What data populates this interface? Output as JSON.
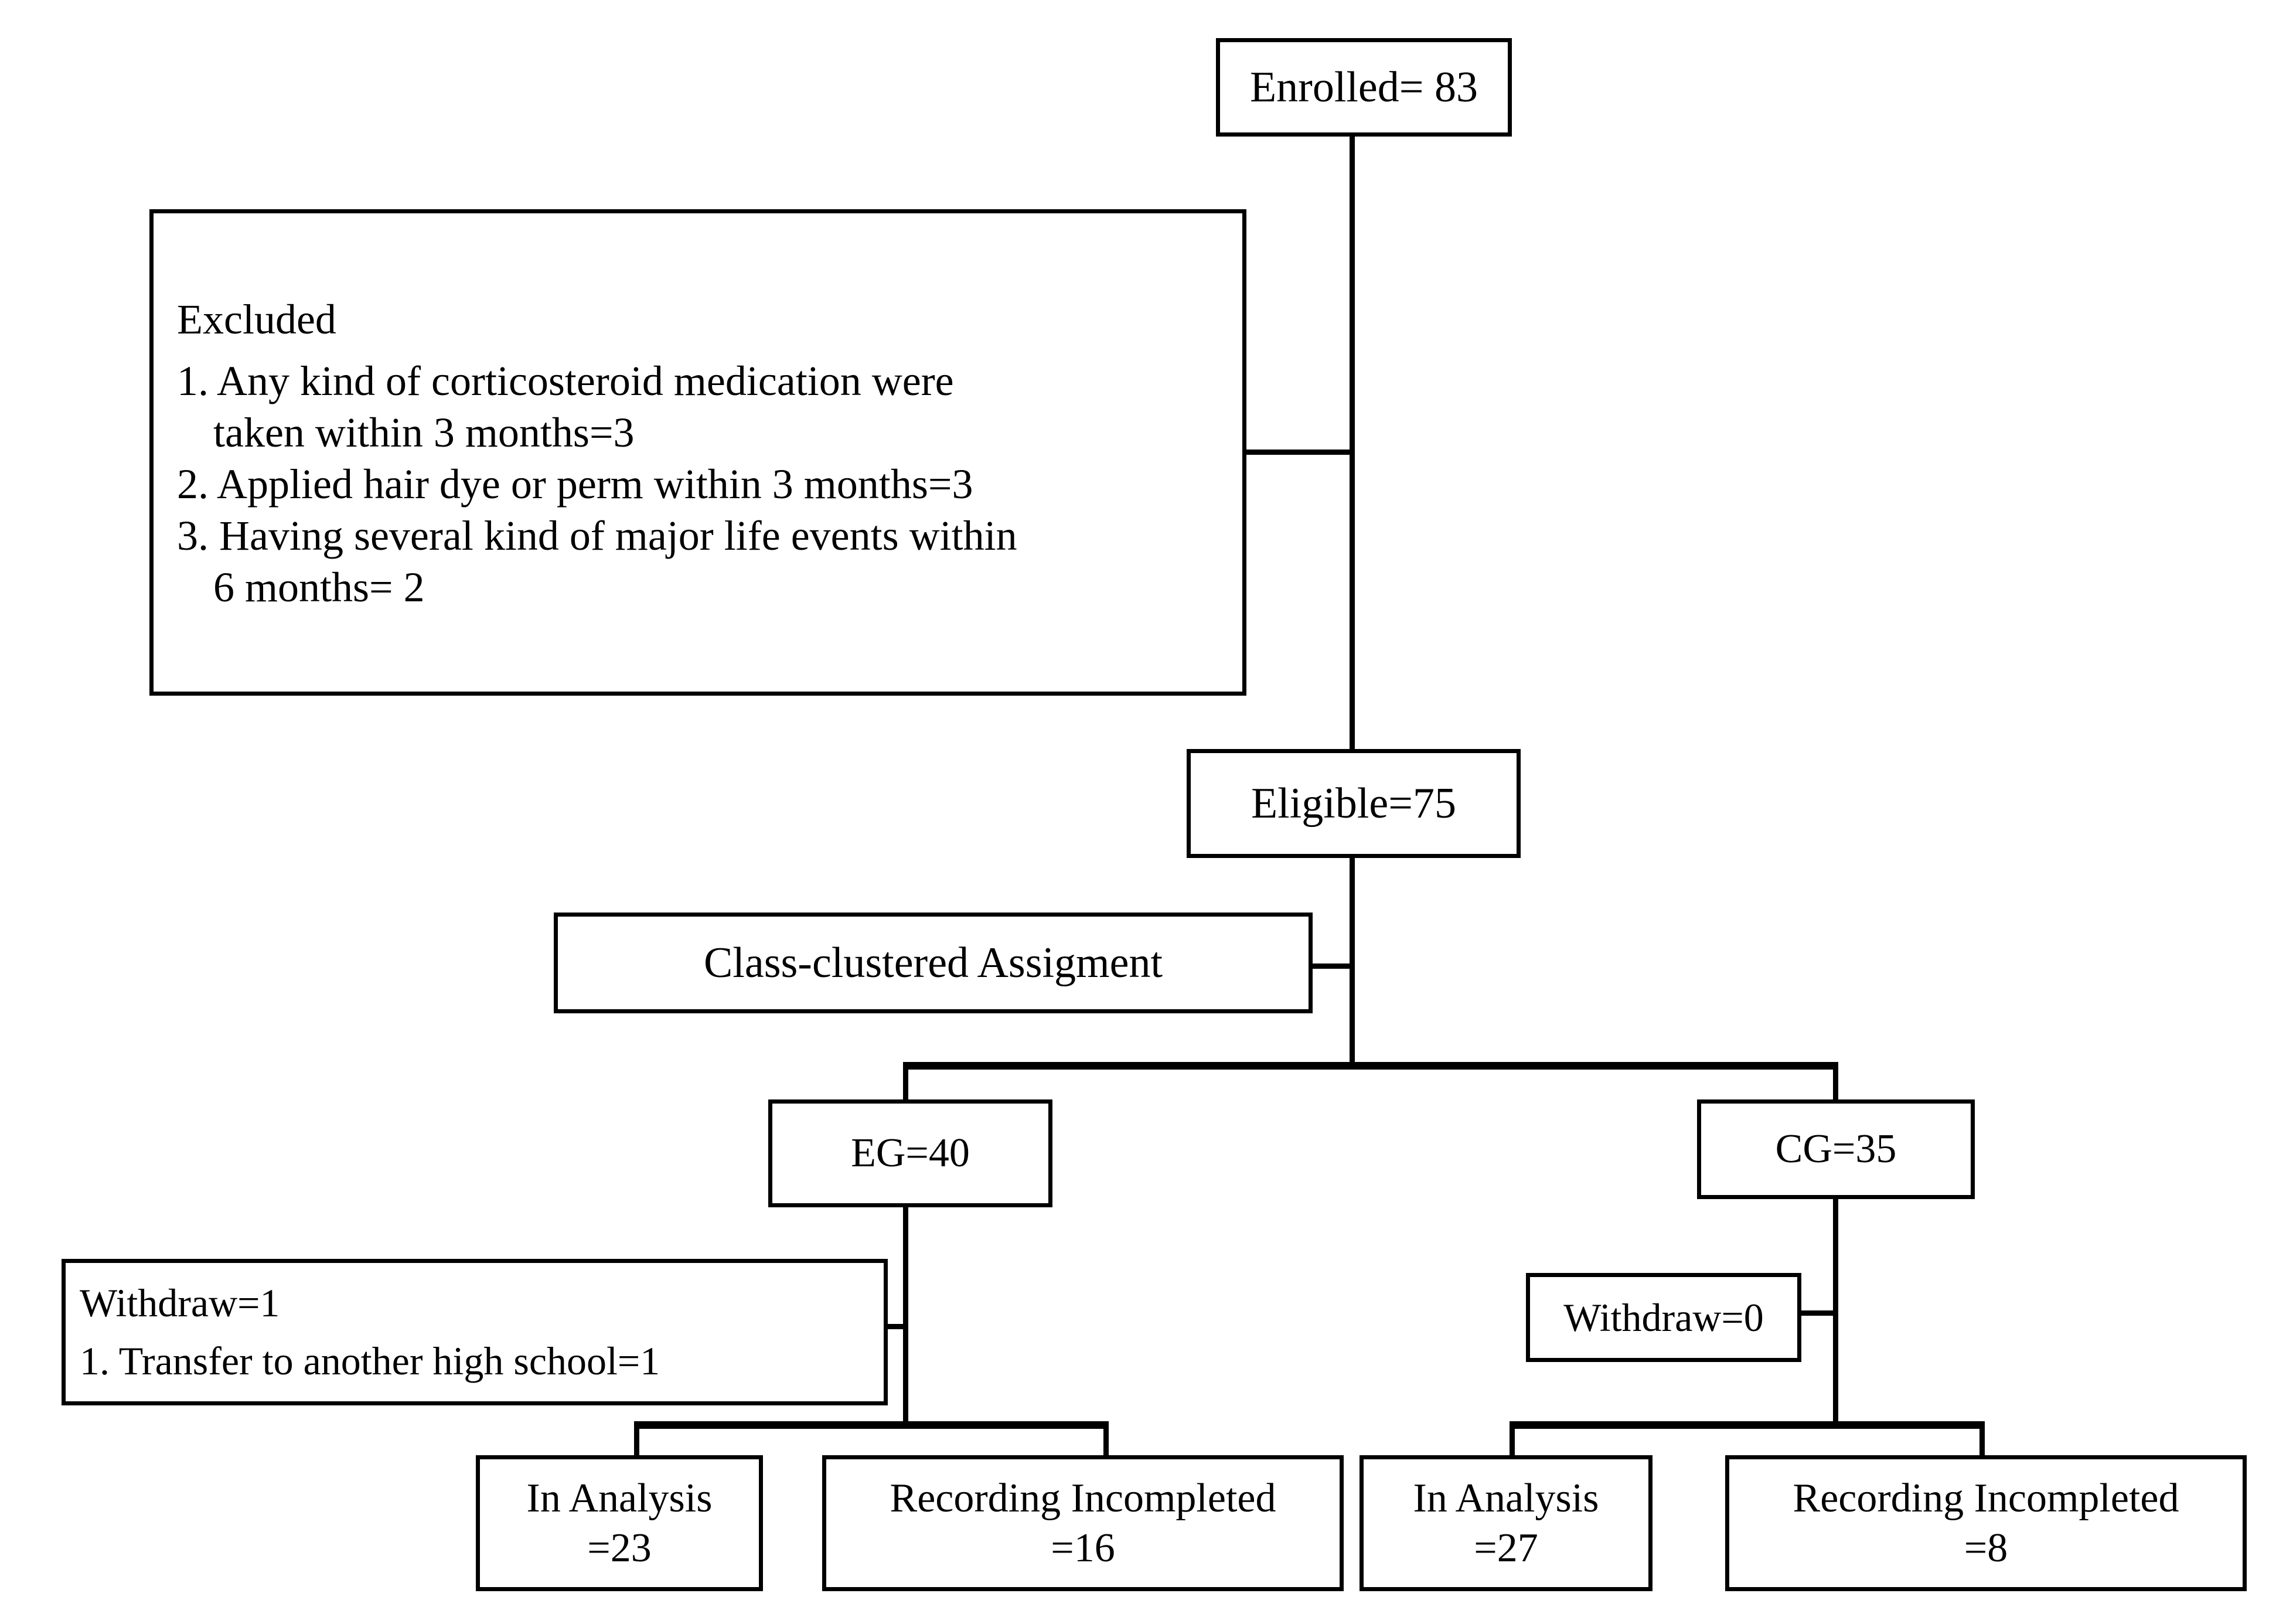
{
  "diagram": {
    "type": "participant-flow-diagram",
    "nodes": {
      "enrolled": {
        "label": "Enrolled= 83",
        "value": 83
      },
      "excluded": {
        "title": "Excluded",
        "items": [
          {
            "n": "1.",
            "line1": "Any kind of corticosteroid medication were",
            "line2": "taken within 3 months=3",
            "value": 3
          },
          {
            "n": "2.",
            "line1": "Applied hair dye or perm within 3 months=3",
            "line2": "",
            "value": 3
          },
          {
            "n": "3.",
            "line1": "Having several kind of major life events within",
            "line2": "6 months= 2",
            "value": 2
          }
        ]
      },
      "eligible": {
        "label": "Eligible=75",
        "value": 75
      },
      "assignment": {
        "label": "Class-clustered Assigment"
      },
      "eg": {
        "label": "EG=40",
        "value": 40
      },
      "cg": {
        "label": "CG=35",
        "value": 35
      },
      "withdraw_eg": {
        "line1": "Withdraw=1",
        "line2": "1. Transfer to another high school=1",
        "value": 1
      },
      "withdraw_cg": {
        "label": "Withdraw=0",
        "value": 0
      },
      "eg_in_analysis": {
        "line1": "In Analysis",
        "line2": "=23",
        "value": 23
      },
      "eg_incomplete": {
        "line1": "Recording Incompleted",
        "line2": "=16",
        "value": 16
      },
      "cg_in_analysis": {
        "line1": "In Analysis",
        "line2": "=27",
        "value": 27
      },
      "cg_incomplete": {
        "line1": "Recording Incompleted",
        "line2": "=8",
        "value": 8
      }
    },
    "colors": {
      "stroke": "#000000",
      "fill": "#ffffff",
      "text": "#000000"
    }
  }
}
